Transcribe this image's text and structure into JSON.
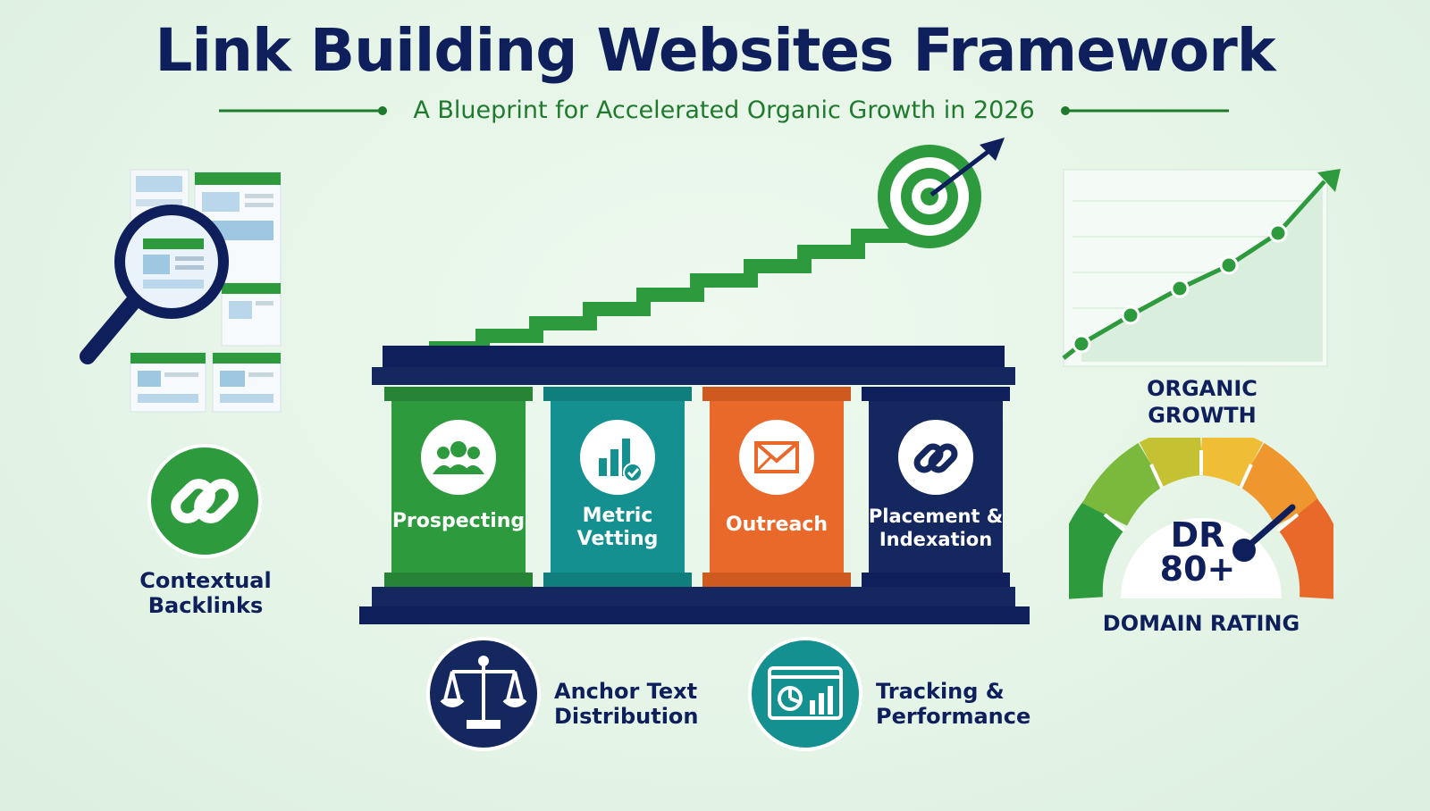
{
  "header": {
    "title": "Link Building Websites Framework",
    "subtitle": "A Blueprint for Accelerated Organic Growth in 2026"
  },
  "left": {
    "contextual_label": "Contextual\nBacklinks"
  },
  "pillars": [
    {
      "label": "Prospecting",
      "color": "#2e9a3e",
      "icon": "people-group-icon"
    },
    {
      "label": "Metric\nVetting",
      "color": "#13908f",
      "icon": "bar-chart-check-icon"
    },
    {
      "label": "Outreach",
      "color": "#e8692a",
      "icon": "envelope-icon"
    },
    {
      "label": "Placement &\nIndexation",
      "color": "#14275e",
      "icon": "chain-link-icon"
    }
  ],
  "bottom": {
    "anchor_label": "Anchor Text\nDistribution",
    "tracking_label": "Tracking &\nPerformance"
  },
  "right": {
    "growth_label": "ORGANIC\nGROWTH",
    "gauge_value": "DR\n80+",
    "gauge_label": "DOMAIN RATING"
  },
  "colors": {
    "navy": "#0f1f5c",
    "green": "#2e9a3e",
    "teal": "#13908f",
    "orange": "#e8692a"
  }
}
